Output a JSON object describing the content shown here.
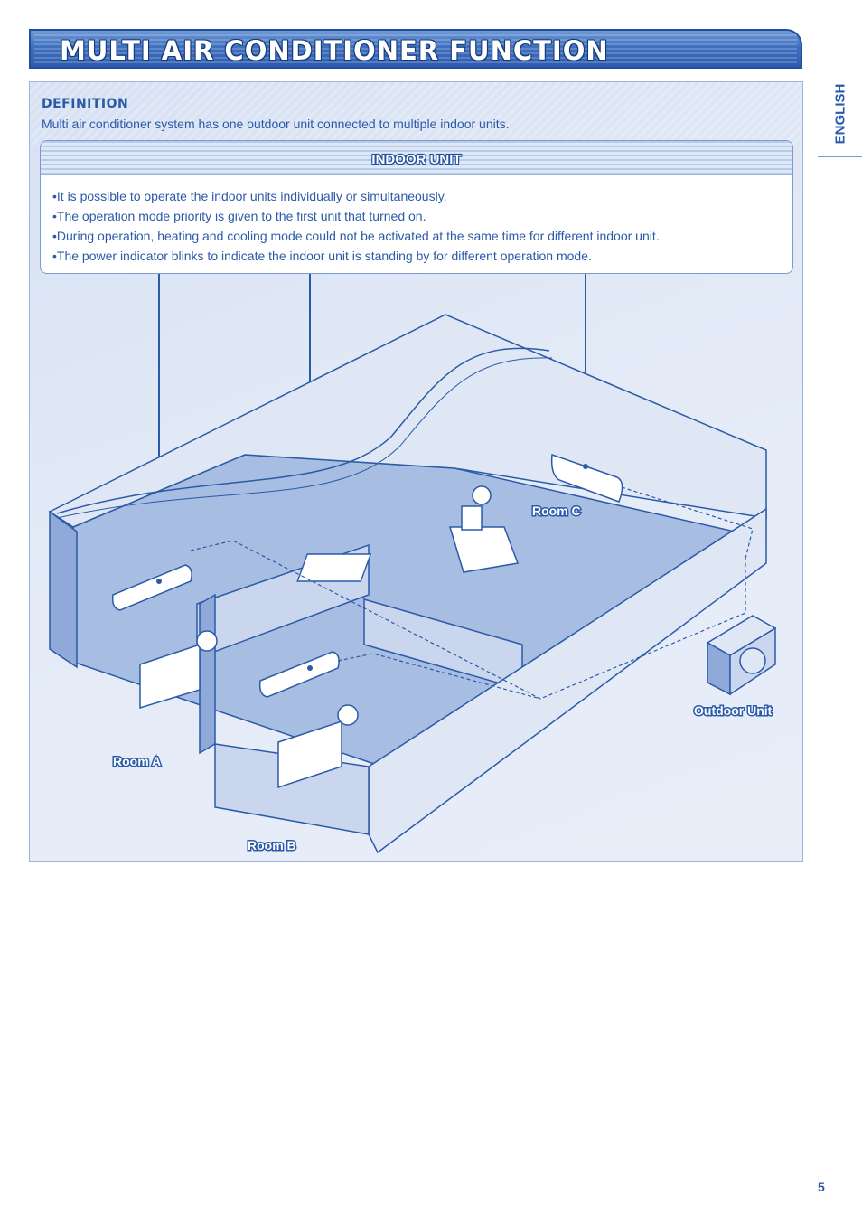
{
  "title": "MULTI AIR CONDITIONER FUNCTION",
  "language_tab": "ENGLISH",
  "definition": {
    "heading": "DEFINITION",
    "text": "Multi air conditioner system has one outdoor unit connected to multiple indoor units."
  },
  "indoor_unit": {
    "heading": "INDOOR UNIT",
    "bullets": [
      "It is possible to operate the indoor units individually or simultaneously.",
      "The operation mode priority is given to the first unit that turned on.",
      "During operation, heating and cooling mode could not be activated at the same time for different indoor unit.",
      "The power indicator blinks to indicate the indoor unit is standing by for different operation mode."
    ]
  },
  "illustration": {
    "room_a": "Room A",
    "room_b": "Room B",
    "room_c": "Room C",
    "outdoor_unit": "Outdoor Unit"
  },
  "page_number": "5",
  "colors": {
    "accent": "#2b5aa8",
    "title_bar": "#3f6fbf",
    "panel": "#dfe7f5",
    "floor": "#9fb6de"
  }
}
